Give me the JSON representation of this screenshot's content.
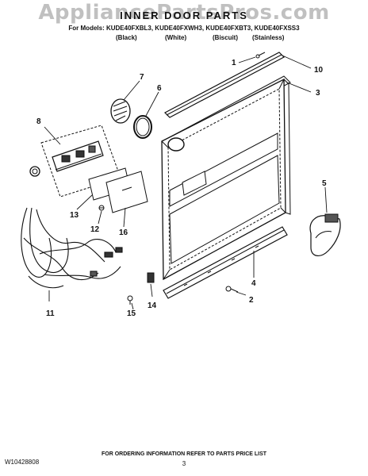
{
  "watermark": "AppliancePartsPros.com",
  "header": {
    "title": "INNER DOOR PARTS",
    "models_line": "For Models: KUDE40FXBL3, KUDE40FXWH3, KUDE40FXBT3, KUDE40FXSS3",
    "colors": [
      "(Black)",
      "(White)",
      "(Biscuit)",
      "(Stainless)"
    ]
  },
  "callouts": [
    "1",
    "10",
    "3",
    "7",
    "6",
    "8",
    "5",
    "13",
    "12",
    "16",
    "4",
    "2",
    "11",
    "15",
    "14"
  ],
  "footer": {
    "doc_number": "W10428808",
    "ordering_note": "FOR ORDERING INFORMATION REFER TO PARTS PRICE LIST",
    "page": "3"
  }
}
